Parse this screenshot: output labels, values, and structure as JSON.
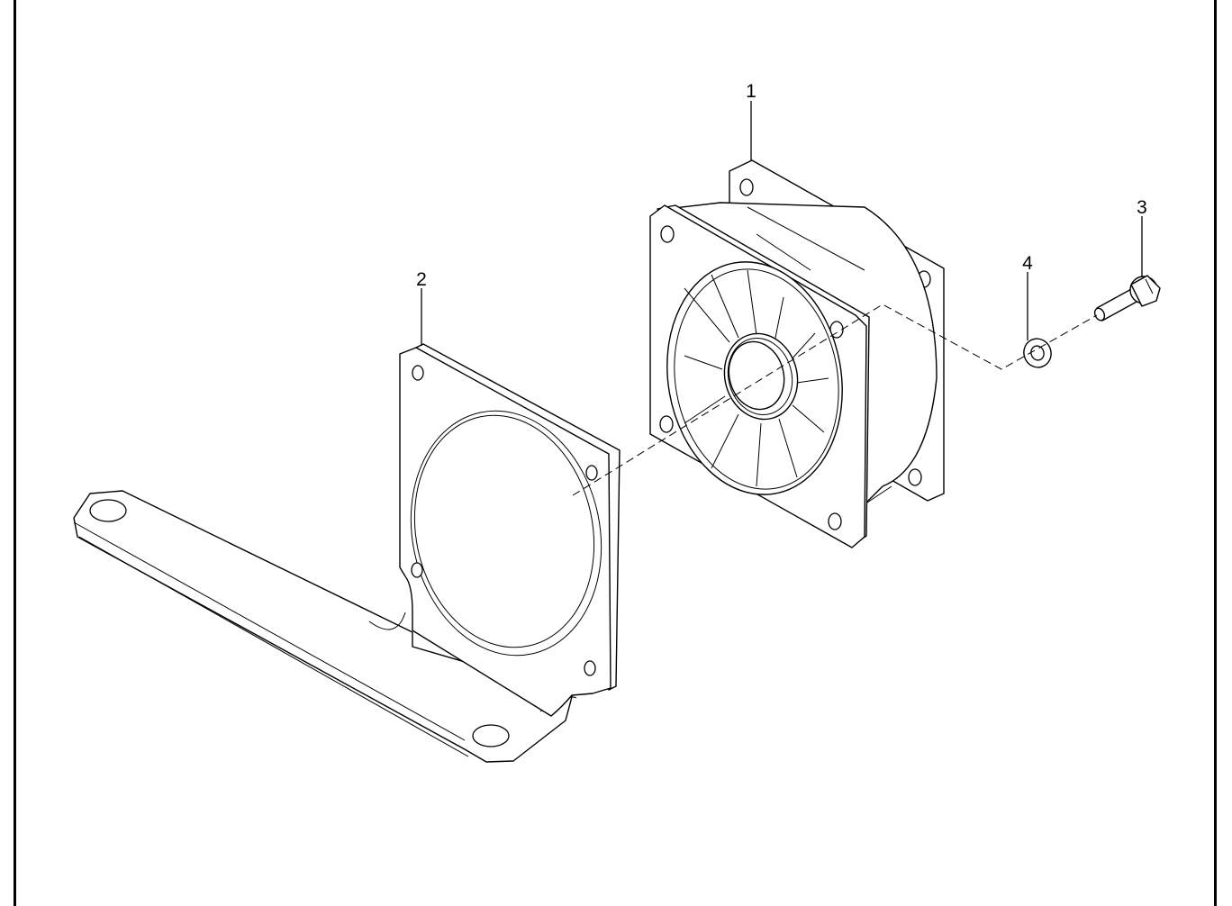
{
  "callouts": {
    "fan": "1",
    "bracket": "2",
    "screw": "3",
    "washer": "4"
  }
}
